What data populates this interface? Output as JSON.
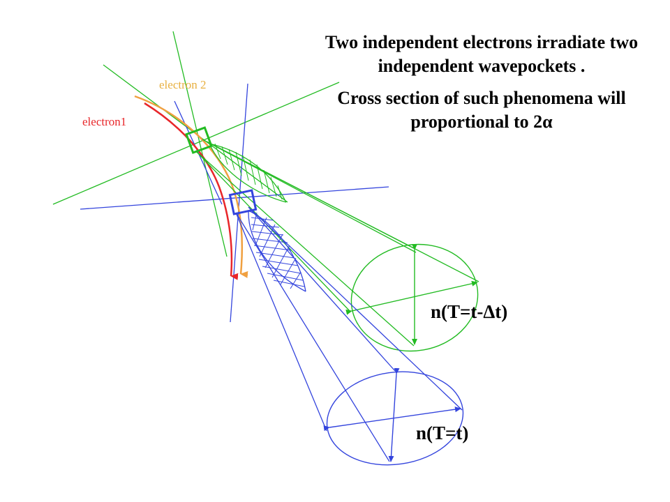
{
  "text": {
    "line1": "Two independent electrons irradiate two independent wavepockets .",
    "line2": "Cross section of such phenomena will proportional to 2α"
  },
  "labels": {
    "electron1": "electron1",
    "electron2": "electron 2",
    "n_earlier": "n(T=t-Δt)",
    "n_later": "n(T=t)"
  },
  "colors": {
    "electron1": "#e8262a",
    "electron2": "#f0a040",
    "green": "#22bb22",
    "blue": "#3344dd",
    "text": "#000000"
  }
}
